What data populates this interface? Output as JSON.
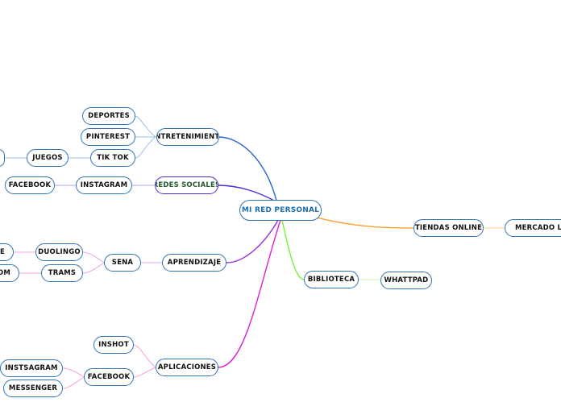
{
  "root": "MI RED PERSONAL",
  "branches": {
    "entretenimiento": "ENTRETENIMIENTO",
    "deportes": "DEPORTES",
    "pinterest": "PINTEREST",
    "tiktok": "TIK TOK",
    "juegos": "JUEGOS",
    "redes_sociales": "REDES SOCIALES",
    "instagram": "INSTAGRAM",
    "facebook": "FACEBOOK",
    "aprendizaje": "APRENDIZAJE",
    "sena": "SENA",
    "duolingo": "DUOLINGO",
    "trams": "TRAMS",
    "cut_1": "E",
    "cut_2": "OM",
    "aplicaciones": "APLICACIONES",
    "inshot": "INSHOT",
    "app_facebook": "FACEBOOK",
    "instsagram": "INSTSAGRAM",
    "messenger": "MESSENGER",
    "tiendas_online": "TIENDAS ONLINE",
    "mercado_libre": "MERCADO LIBR",
    "biblioteca": "BIBLIOTECA",
    "whattpad": "WHATTPAD"
  },
  "colors": {
    "node_border": "#2f74b5",
    "entretenimiento_line": "#2a63d8",
    "redes_line": "#4b2bd8",
    "aprendizaje_line": "#9b2ed8",
    "aplicaciones_line": "#e020d8",
    "tiendas_line": "#ff9a1a",
    "biblioteca_line": "#7cf03a"
  }
}
